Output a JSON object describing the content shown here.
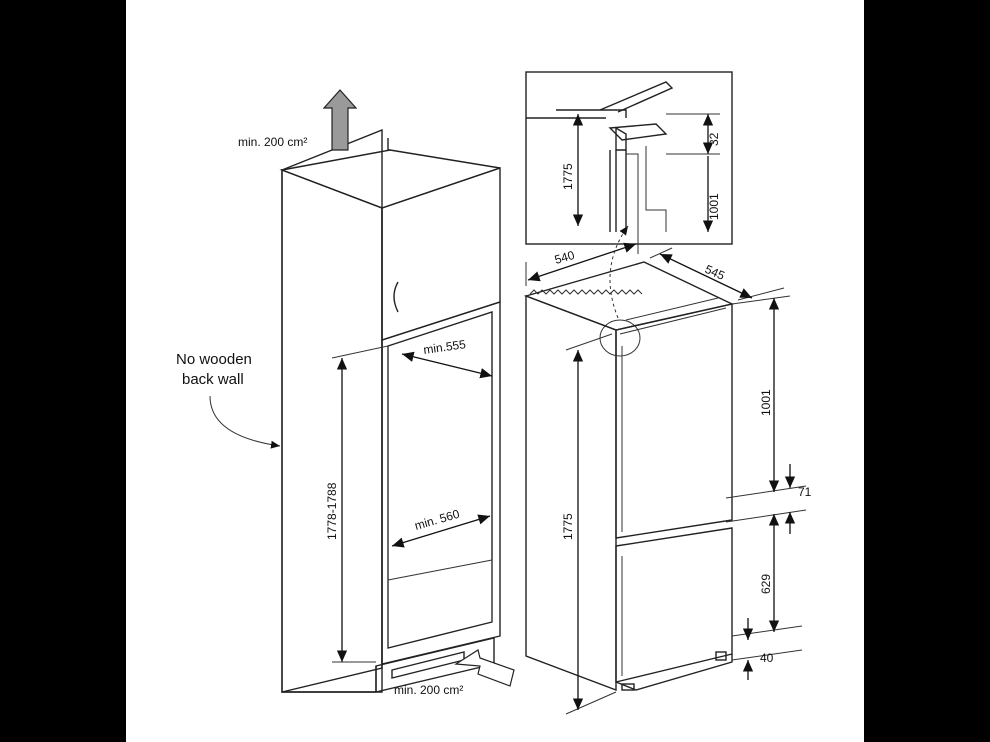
{
  "annotations": {
    "top_vent": "min. 200 cm²",
    "bottom_vent": "min. 200 cm²",
    "back_wall_line1": "No wooden",
    "back_wall_line2": "back wall"
  },
  "niche": {
    "depth": "min.555",
    "width": "min. 560",
    "height": "1778-1788"
  },
  "appliance": {
    "width": "540",
    "depth": "545",
    "height": "1775",
    "upper_door": "1001",
    "gap": "71",
    "lower_door": "629",
    "bottom_gap": "40"
  },
  "detail": {
    "height": "1775",
    "top_gap": "32",
    "door": "1001"
  },
  "colors": {
    "cabinet_fill": "#a9a9a9",
    "niche_frame": "#8e8e8e",
    "plinth": "#7d7d7d",
    "background": "#000000",
    "page": "#ffffff"
  }
}
